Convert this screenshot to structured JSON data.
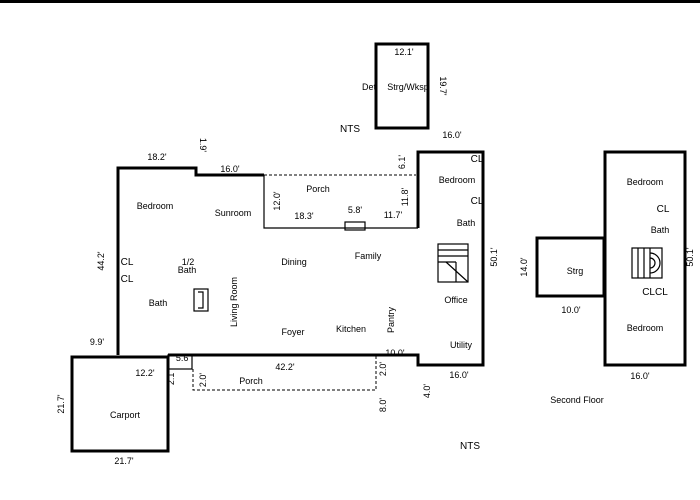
{
  "top_border_color": "#000000",
  "rooms": {
    "workshop": "Strg/Wksp",
    "det": "Det",
    "bedroom_main": "Bedroom",
    "sunroom": "Sunroom",
    "porch_top": "Porch",
    "bedroom_right": "Bedroom",
    "cl_right_1": "CL",
    "cl_right_2": "CL",
    "bath_right": "Bath",
    "cl_left_1": "CL",
    "cl_left_2": "CL",
    "half_bath": "1/2\nBath",
    "bath_left": "Bath",
    "dining": "Dining",
    "family": "Family",
    "living_room": "Living Room",
    "foyer": "Foyer",
    "kitchen": "Kitchen",
    "pantry": "Pantry",
    "office": "Office",
    "utility": "Utility",
    "porch_bottom": "Porch",
    "carport": "Carport",
    "strg": "Strg",
    "bedroom_2a": "Bedroom",
    "cl_2": "CL",
    "bath_2": "Bath",
    "clcl_2": "CLCL",
    "bedroom_2b": "Bedroom"
  },
  "dimensions": {
    "wksp_w": "12.1'",
    "wksp_h": "19.7'",
    "d_16_0_top": "16.0'",
    "d_18_2": "18.2'",
    "d_1_9": "1.9'",
    "d_16_0_sun": "16.0'",
    "d_6_1": "6.1'",
    "d_12_0": "12.0'",
    "d_18_3": "18.3'",
    "d_5_8": "5.8'",
    "d_11_7": "11.7'",
    "d_11_8": "11.8'",
    "d_44_2": "44.2'",
    "d_50_1": "50.1'",
    "d_9_9": "9.9'",
    "d_12_2": "12.2'",
    "d_5_6": "5.6'",
    "d_42_2": "42.2'",
    "d_10_0": "10.0'",
    "d_2_1": "2.1'",
    "d_2_0_left": "2.0'",
    "d_2_0_right": "2.0'",
    "d_8_0": "8.0'",
    "d_4_0": "4.0'",
    "d_16_0_bottom": "16.0'",
    "d_21_7_v": "21.7'",
    "d_21_7_h": "21.7'",
    "d_14_0": "14.0'",
    "d_10_0_strg": "10.0'",
    "d_50_1_second": "50.1'",
    "d_16_0_second": "16.0'"
  },
  "notes": {
    "nts_top": "NTS",
    "nts_bottom": "NTS",
    "second_floor": "Second Floor"
  }
}
